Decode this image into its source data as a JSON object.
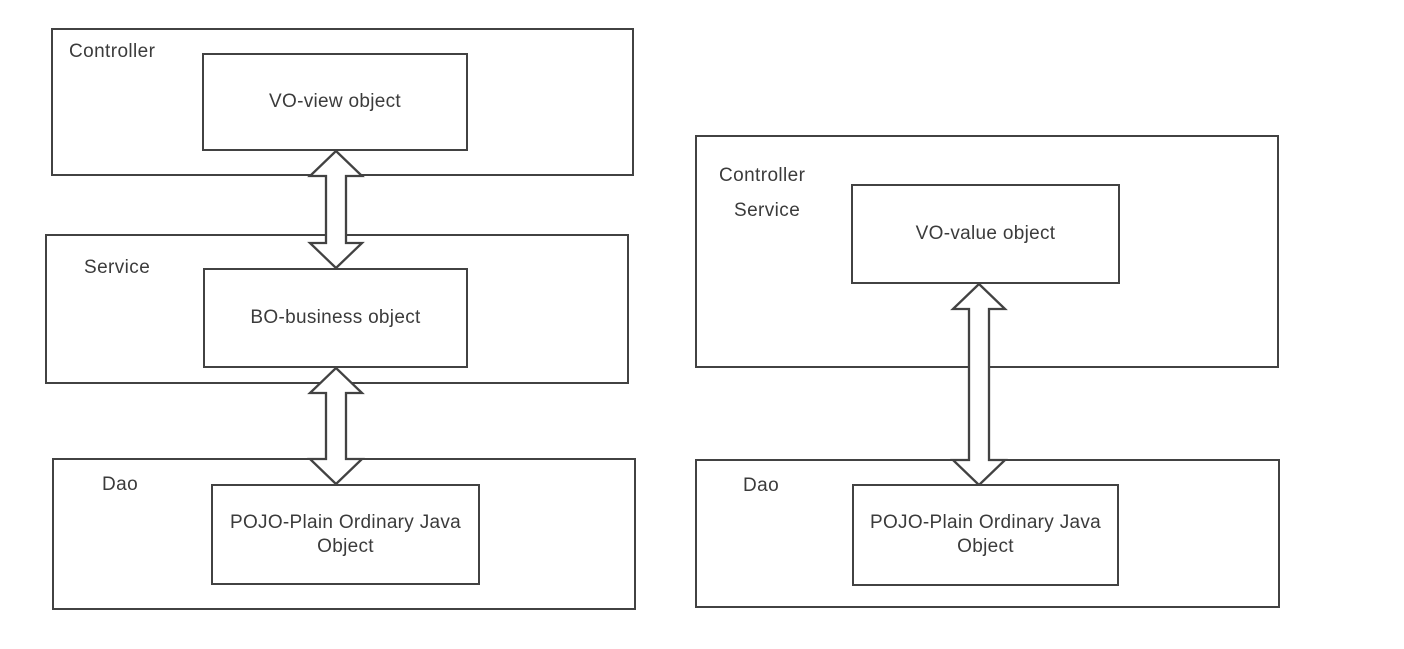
{
  "page": {
    "background_color": "#ffffff",
    "line_color": "#424242",
    "text_color": "#3b3b3b"
  },
  "left_stack": {
    "controller": {
      "label": "Controller",
      "box": "VO-view object"
    },
    "service": {
      "label": "Service",
      "box": "BO-business object"
    },
    "dao": {
      "label": "Dao",
      "box": "POJO-Plain Ordinary Java Object"
    }
  },
  "right_stack": {
    "controller_service": {
      "label_1": "Controller",
      "label_2": "Service",
      "box": "VO-value object"
    },
    "dao": {
      "label": "Dao",
      "box": "POJO-Plain Ordinary Java Object"
    }
  },
  "connections": [
    {
      "icon": "vertical-double-arrow-icon",
      "from": "VO-view object",
      "to": "BO-business object"
    },
    {
      "icon": "vertical-double-arrow-icon",
      "from": "BO-business object",
      "to": "POJO-Plain Ordinary Java Object"
    },
    {
      "icon": "vertical-double-arrow-icon",
      "from": "VO-value object",
      "to": "POJO-Plain Ordinary Java Object"
    }
  ]
}
